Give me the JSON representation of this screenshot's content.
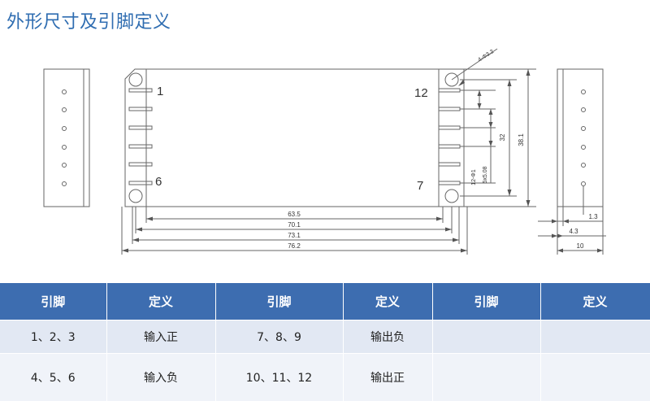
{
  "title": "外形尺寸及引脚定义",
  "drawing": {
    "pin_labels": {
      "p1": "1",
      "p6": "6",
      "p12": "12",
      "p7": "7"
    },
    "hole_note": "4-Φ3.2",
    "dims": {
      "d63_5": "63.5",
      "d70_1": "70.1",
      "d73_1": "73.1",
      "d76_2": "76.2",
      "d32": "32",
      "d38_1": "38.1",
      "d12x1": "12-Φ1",
      "d5x5_08": "5x5.08",
      "d1_3": "1.3",
      "d4_3": "4.3",
      "d10": "10"
    }
  },
  "table": {
    "headers": [
      "引脚",
      "定义",
      "引脚",
      "定义",
      "引脚",
      "定义"
    ],
    "rows": [
      [
        "1、2、3",
        "输入正",
        "7、8、9",
        "输出负",
        "",
        ""
      ],
      [
        "4、5、6",
        "输入负",
        "10、11、12",
        "输出正",
        "",
        ""
      ]
    ]
  }
}
